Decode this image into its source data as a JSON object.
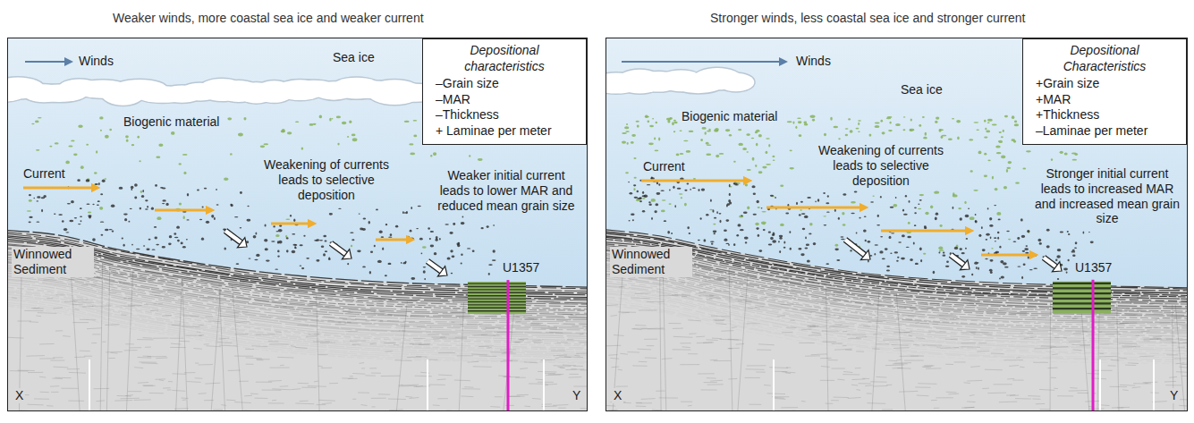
{
  "diagram": {
    "nodes": [
      {
        "text": [
          "Weaker winds, more coastal sea ice and weaker current"
        ]
      },
      {
        "text": [
          "Depositional characteristics",
          "–Grain size",
          "–MAR",
          "–Thickness",
          "+ Laminae per meter"
        ],
        "in": 0
      },
      {
        "text": [
          "Stronger winds, less coastal sea ice and stronger current"
        ]
      },
      {
        "text": [
          "Depositional Characteristics",
          "+Grain size",
          "+MAR",
          "+Thickness",
          "–Laminae per meter"
        ],
        "in": 2
      }
    ],
    "labels": [
      "Winds",
      "Sea ice",
      "Biogenic material",
      "Current",
      "Weakening of currents leads to selective deposition",
      "Weaker initial current leads to lower MAR and reduced mean grain size",
      "U1357",
      "Winnowed Sediment",
      "X",
      "Y",
      "Winds",
      "Sea ice",
      "Biogenic material",
      "Current",
      "Weakening of currents leads to selective deposition",
      "Stronger initial current leads to increased MAR and increased mean grain size",
      "U1357",
      "Winnowed Sediment",
      "X",
      "Y"
    ]
  }
}
